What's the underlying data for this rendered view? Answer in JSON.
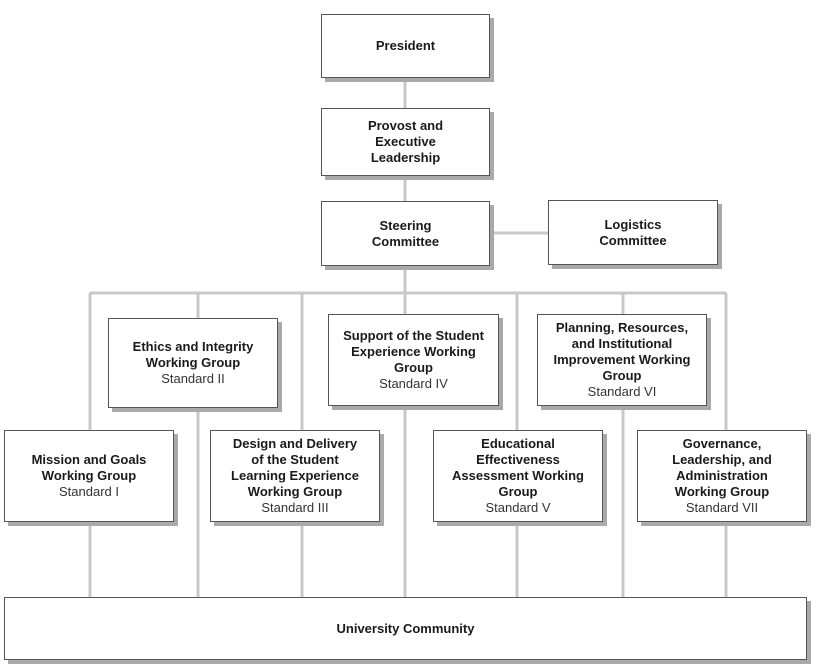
{
  "president": "President",
  "provost": "Provost and\nExecutive\nLeadership",
  "steering": "Steering\nCommittee",
  "logistics": "Logistics\nCommittee",
  "groups": {
    "ethics": {
      "name": "Ethics and Integrity\nWorking Group",
      "standard": "Standard II"
    },
    "support": {
      "name": "Support of the Student\nExperience Working\nGroup",
      "standard": "Standard IV"
    },
    "planning": {
      "name": "Planning, Resources,\nand Institutional\nImprovement Working\nGroup",
      "standard": "Standard VI"
    },
    "mission": {
      "name": "Mission and Goals\nWorking Group",
      "standard": "Standard I"
    },
    "design": {
      "name": "Design and Delivery\nof the Student\nLearning Experience\nWorking Group",
      "standard": "Standard III"
    },
    "educational": {
      "name": "Educational\nEffectiveness\nAssessment Working\nGroup",
      "standard": "Standard V"
    },
    "governance": {
      "name": "Governance,\nLeadership, and\nAdministration\nWorking Group",
      "standard": "Standard VII"
    }
  },
  "community": "University Community",
  "colors": {
    "line": "#c8c8c8",
    "border": "#555555",
    "shadow": "#a9a9a9"
  }
}
